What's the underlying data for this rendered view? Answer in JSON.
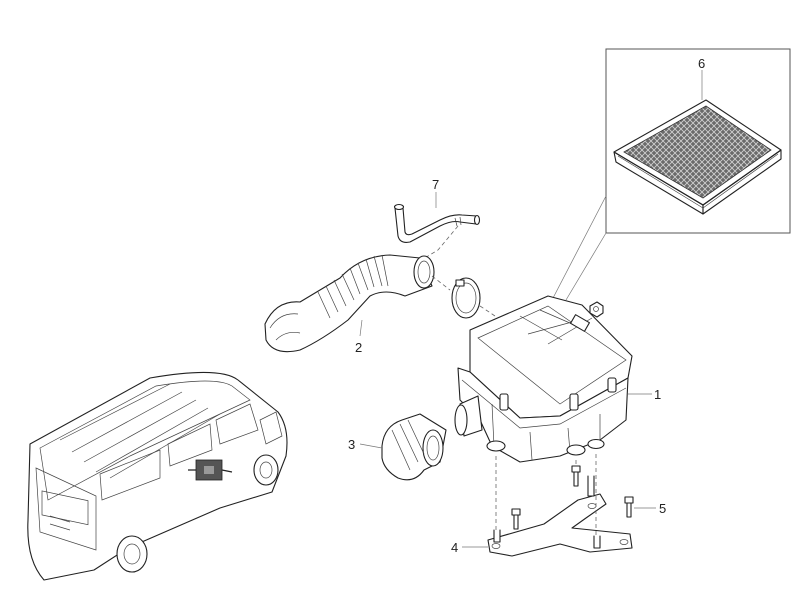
{
  "diagram": {
    "callouts": [
      {
        "id": "1",
        "label": "1"
      },
      {
        "id": "2",
        "label": "2"
      },
      {
        "id": "3",
        "label": "3"
      },
      {
        "id": "4",
        "label": "4"
      },
      {
        "id": "5",
        "label": "5"
      },
      {
        "id": "6",
        "label": "6"
      },
      {
        "id": "7",
        "label": "7"
      }
    ],
    "parts": {
      "air_cleaner_housing": "1",
      "intake_hose": "2",
      "inlet_duct": "3",
      "mounting_bracket": "4",
      "bolt": "5",
      "air_filter_element": "6",
      "breather_hose": "7"
    }
  }
}
